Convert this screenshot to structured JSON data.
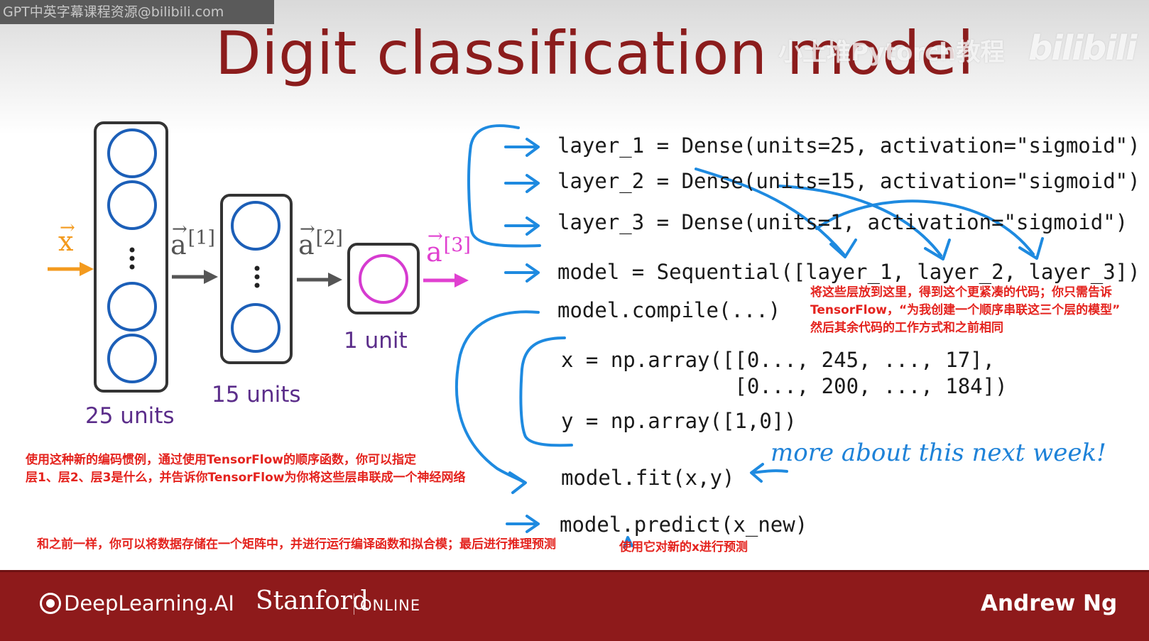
{
  "watermark": {
    "top_left": "GPT中英字幕课程资源@bilibili.com",
    "top_right": "小土堆Pytorch教程",
    "logo": "bilibili"
  },
  "title": "Digit classification model",
  "network": {
    "input_symbol": "x",
    "a1": {
      "base": "a",
      "sup": "[1]"
    },
    "a2": {
      "base": "a",
      "sup": "[2]"
    },
    "a3": {
      "base": "a",
      "sup": "[3]"
    },
    "layer1_units": "25 units",
    "layer2_units": "15 units",
    "layer3_units": "1 unit",
    "colors": {
      "input": "#f39a1e",
      "output": "#e040d0",
      "neuron": "#1c5fb8",
      "output_neuron": "#d63bd0",
      "label": "#5b2d8a"
    }
  },
  "code": {
    "line1": "layer_1 = Dense(units=25, activation=\"sigmoid\")",
    "line2": "layer_2 = Dense(units=15, activation=\"sigmoid\")",
    "line3": "layer_3 = Dense(units=1, activation=\"sigmoid\")",
    "line4": "model = Sequential([layer_1, layer_2, layer_3])",
    "line5": "model.compile(...)",
    "line6": "x = np.array([[0..., 245, ..., 17],",
    "line7": "              [0..., 200, ..., 184])",
    "line8": "y = np.array([1,0])",
    "line9": "model.fit(x,y)",
    "line10": "model.predict(x_new)"
  },
  "handwritten_note": "more about this next week!",
  "annotations": {
    "right_1": "将这些层放到这里，得到这个更紧凑的代码；你只需告诉",
    "right_2": "TensorFlow，“为我创建一个顺序串联这三个层的模型”",
    "right_3": "然后其余代码的工作方式和之前相同",
    "left_1": "使用这种新的编码惯例，通过使用TensorFlow的顺序函数，你可以指定",
    "left_2": "层1、层2、层3是什么，并告诉你TensorFlow为你将这些层串联成一个神经网络",
    "bottom_1": "和之前一样，你可以将数据存储在一个矩阵中，并进行运行编译函数和拟合模；最后进行推理预测",
    "bottom_2": "使用它对新的x进行预测"
  },
  "footer": {
    "brand": "DeepLearning.AI",
    "university": "Stanford",
    "online": "ONLINE",
    "author": "Andrew Ng",
    "background": "#8e1a1b"
  }
}
